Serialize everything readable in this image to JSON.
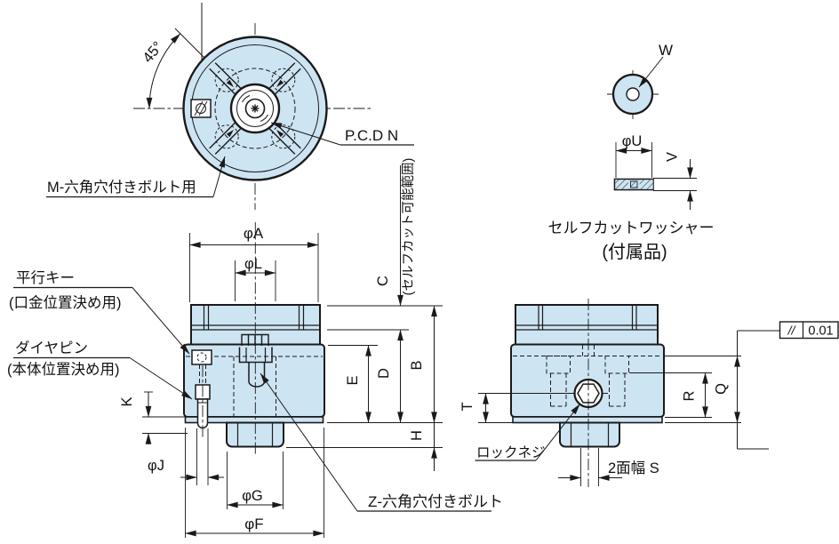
{
  "colors": {
    "part_fill": "#cde4f3",
    "line": "#1a1a1a",
    "background": "#ffffff"
  },
  "top_view": {
    "angle_label": "45°",
    "pcd_label": "P.C.D N",
    "bolt_label": "M-六角穴付きボルト用"
  },
  "washer_view": {
    "hole_label": "W",
    "dia_label": "φU",
    "thickness_label": "V",
    "title": "セルフカットワッシャー",
    "subtitle": "(付属品)"
  },
  "front_view": {
    "dims": {
      "dia_a": "φA",
      "dia_l": "φL",
      "c": "C",
      "b": "B",
      "d": "D",
      "e": "E",
      "h": "H",
      "k": "K",
      "dia_j": "φJ",
      "dia_g": "φG",
      "dia_f": "φF"
    },
    "self_cut_note": "(セルフカット可能範囲)",
    "key_label": "平行キー",
    "key_sub": "(口金位置決め用)",
    "pin_label": "ダイヤピン",
    "pin_sub": "(本体位置決め用)",
    "bolt_label": "Z-六角穴付きボルト"
  },
  "side_view": {
    "dims": {
      "t": "T",
      "r": "R",
      "q": "Q"
    },
    "lock_label": "ロックネジ",
    "flats_label": "2面幅 S",
    "tolerance": {
      "symbol": "//",
      "value": "0.01"
    }
  }
}
